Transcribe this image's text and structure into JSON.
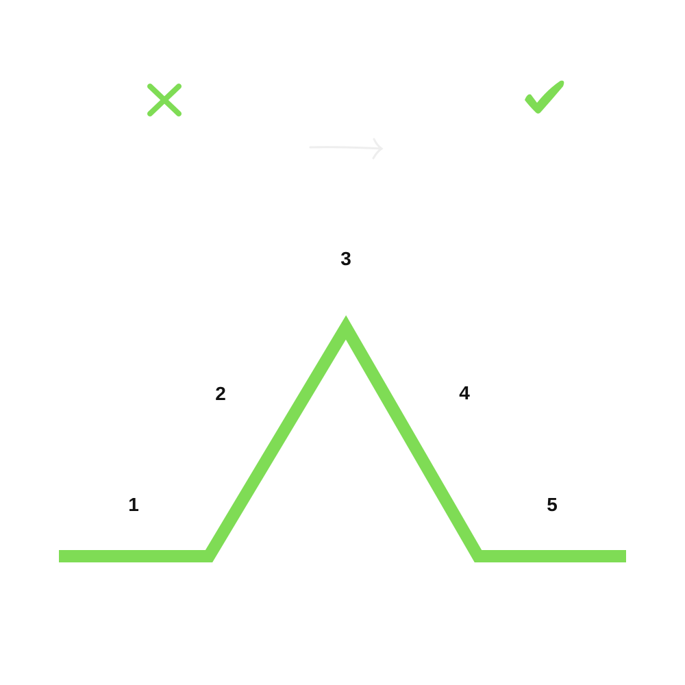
{
  "colors": {
    "accent": "#7fdc55",
    "arrow": "#eeeeee",
    "text": "#111111"
  },
  "icons": {
    "wrong": "x-mark-icon",
    "right": "check-mark-icon",
    "arrow": "arrow-right-icon"
  },
  "labels": [
    "1",
    "2",
    "3",
    "4",
    "5"
  ]
}
